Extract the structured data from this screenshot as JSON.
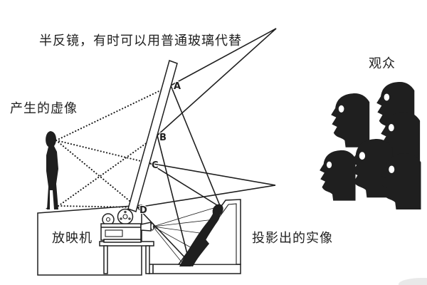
{
  "labels": {
    "half_mirror": "半反镜，有时可以用普通玻璃代替",
    "virtual_image": "产生的虚像",
    "audience": "观众",
    "projector": "放映机",
    "real_image": "投影出的实像"
  },
  "points": {
    "a": "A",
    "b": "B",
    "c": "C",
    "d": "D"
  },
  "colors": {
    "ink": "#1f1f1f",
    "background": "#ffffff"
  }
}
